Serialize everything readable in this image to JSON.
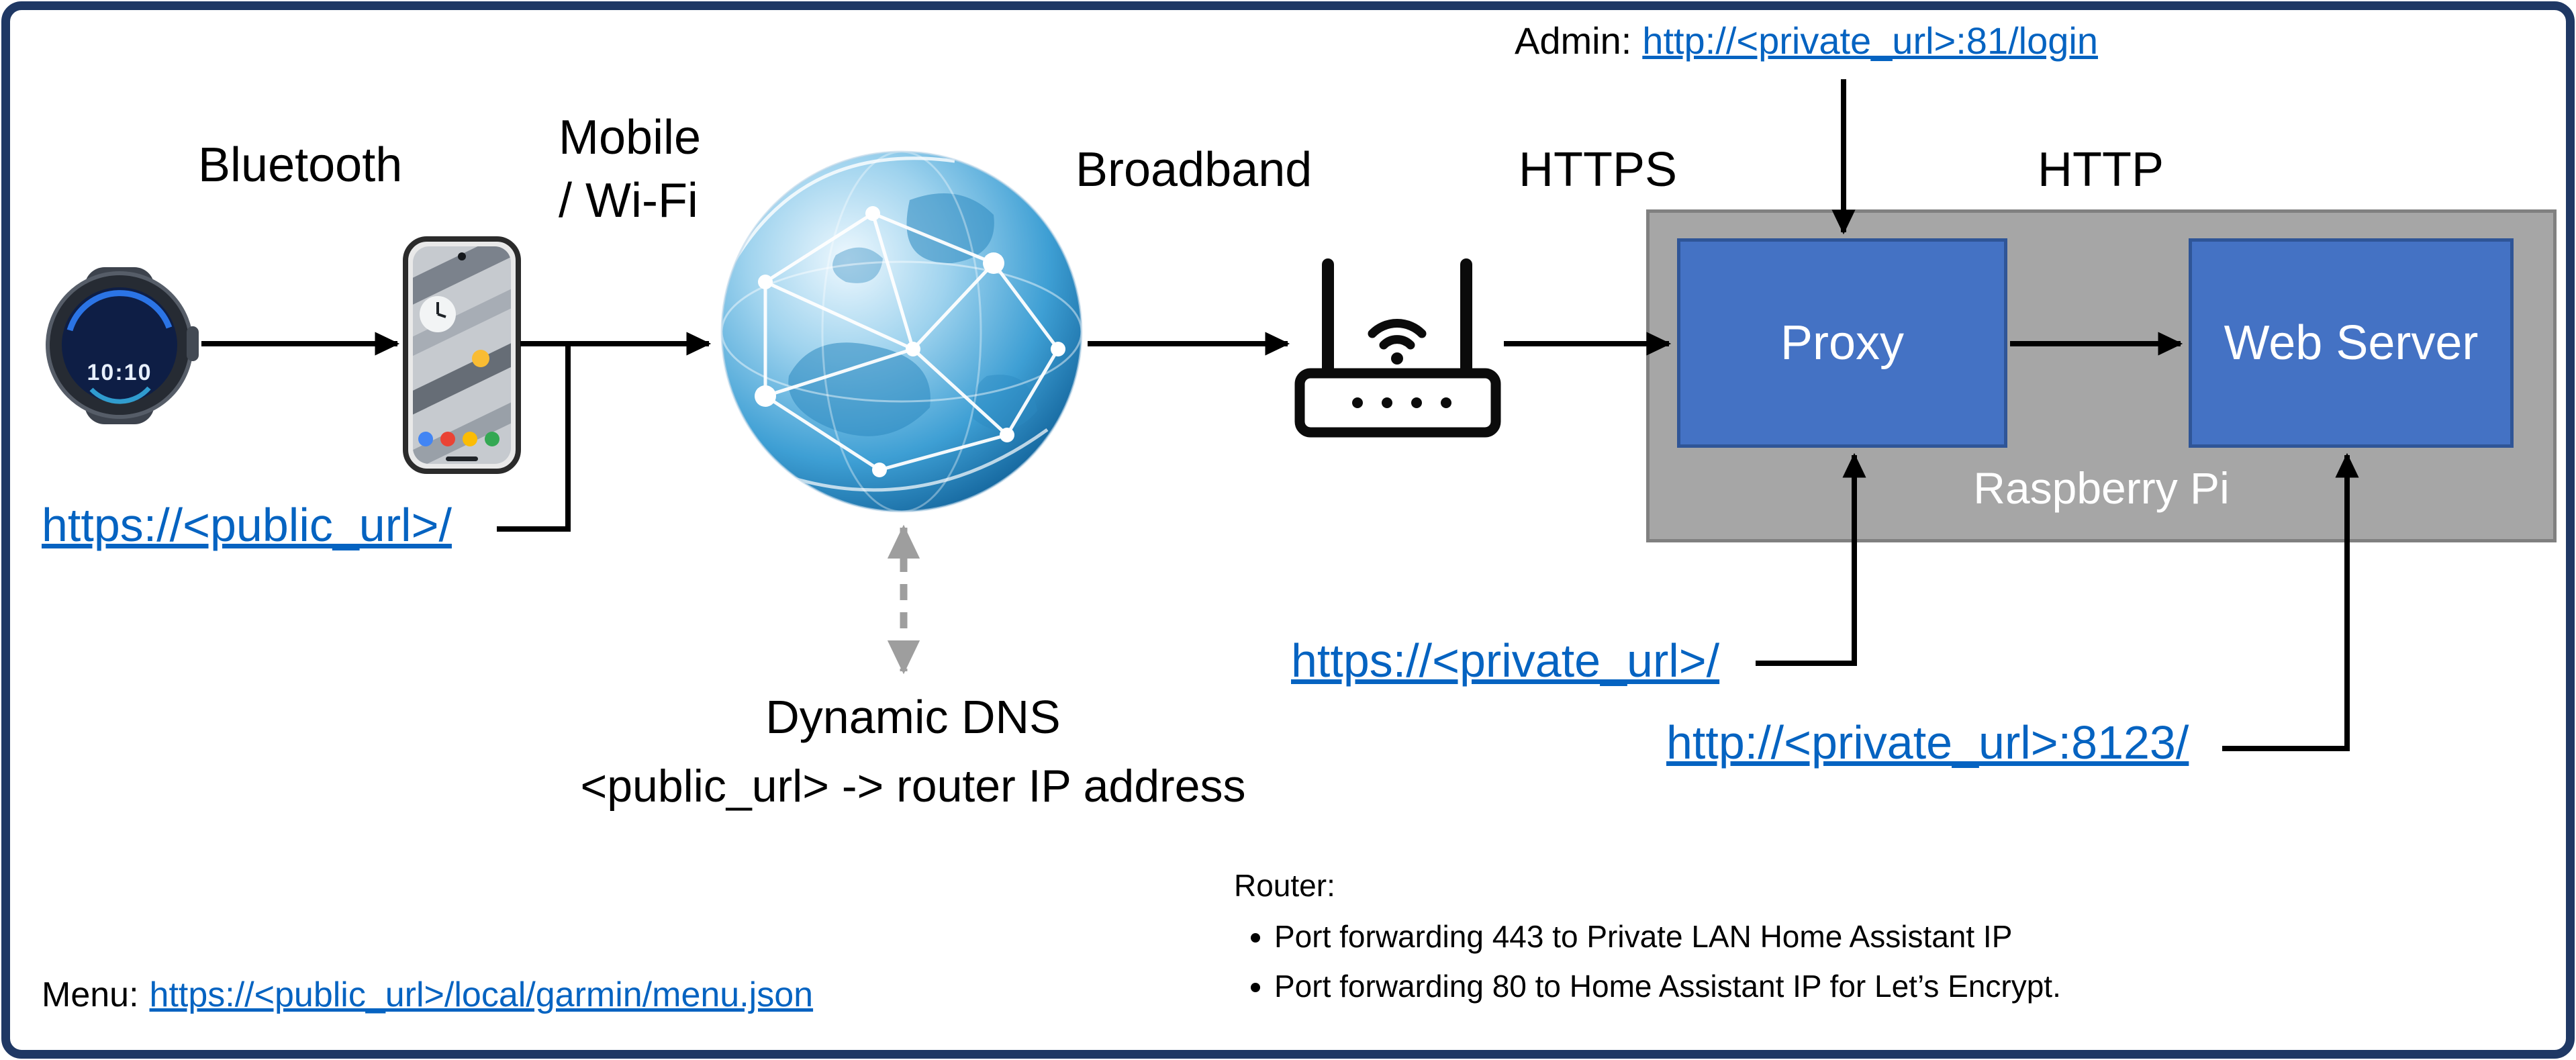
{
  "labels": {
    "bluetooth": "Bluetooth",
    "mobile": "Mobile",
    "wifi": "/ Wi-Fi",
    "broadband": "Broadband",
    "https": "HTTPS",
    "http": "HTTP"
  },
  "admin": {
    "prefix": "Admin:",
    "link": "http://<private_url>:81/login"
  },
  "urls": {
    "public": "https://<public_url>/",
    "private": "https://<private_url>/",
    "private_8123": "http://<private_url>:8123/"
  },
  "nodes": {
    "proxy": "Proxy",
    "web_server": "Web Server",
    "host": "Raspberry Pi"
  },
  "dns": {
    "title": "Dynamic DNS",
    "mapping": "<public_url> -> router IP address"
  },
  "router_notes": {
    "title": "Router:",
    "bullets": [
      "Port forwarding 443 to Private LAN Home Assistant IP",
      "Port forwarding 80 to Home Assistant IP for Let’s Encrypt."
    ]
  },
  "menu": {
    "prefix": "Menu:",
    "link": "https://<public_url>/local/garmin/menu.json"
  },
  "devices": {
    "watch_time": "10:10"
  },
  "colors": {
    "frame": "#1F3864",
    "node_fill": "#4472C4",
    "node_border": "#2F5597",
    "host_fill": "#A6A6A6",
    "host_border": "#808080",
    "hyperlink": "#0563C1",
    "arrow": "#000000",
    "dashed_arrow": "#9E9E9E"
  }
}
